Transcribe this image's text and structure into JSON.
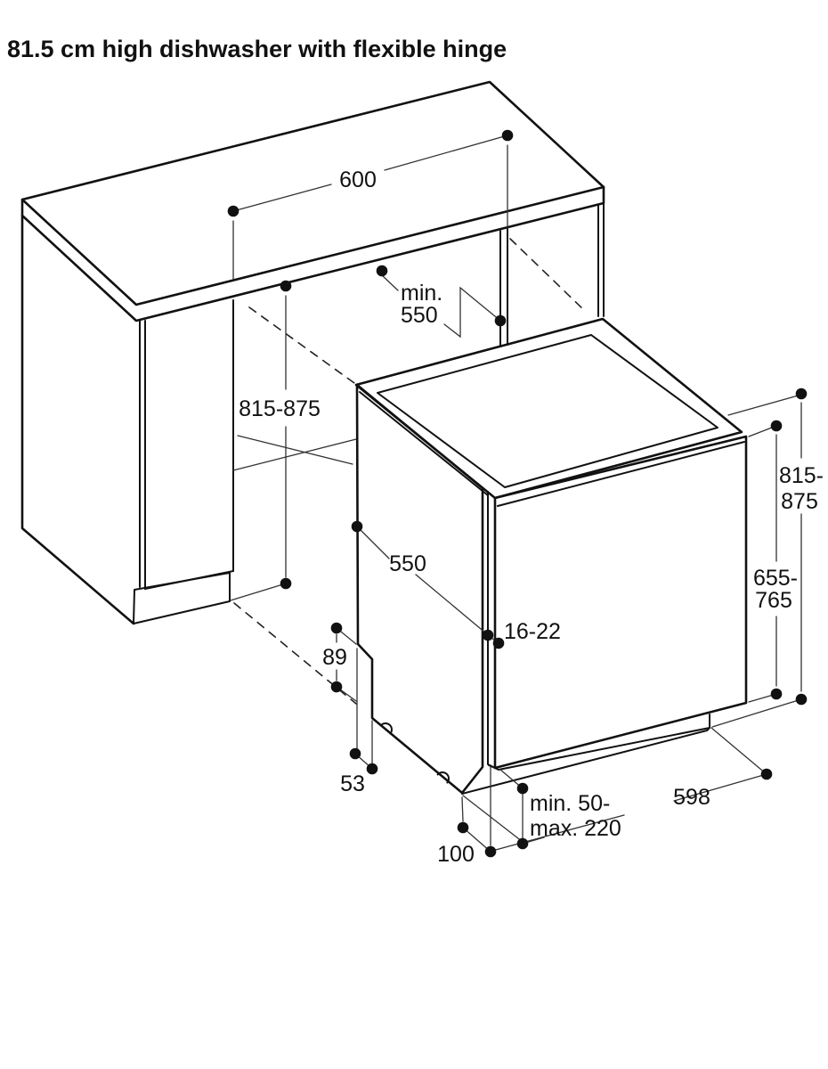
{
  "page": {
    "title": "81.5 cm high dishwasher with flexible hinge",
    "background": "#ffffff"
  },
  "colors": {
    "line": "#111111",
    "dimension_line": "#333333",
    "side_panel_fill": "#ececec"
  },
  "dimensions": {
    "niche_width": "600",
    "niche_depth_l1": "min.",
    "niche_depth_l2": "550",
    "niche_height_left": "815-875",
    "appliance_depth": "550",
    "furniture_door_thickness": "16-22",
    "base_recess_height": "89",
    "base_recess_depth": "53",
    "door_projection": "100",
    "plinth_clearance_l1": "min. 50-",
    "plinth_clearance_l2": "max. 220",
    "appliance_width": "598",
    "niche_height_right_l1": "815-",
    "niche_height_right_l2": "875",
    "appliance_height_l1": "655-",
    "appliance_height_l2": "765"
  }
}
